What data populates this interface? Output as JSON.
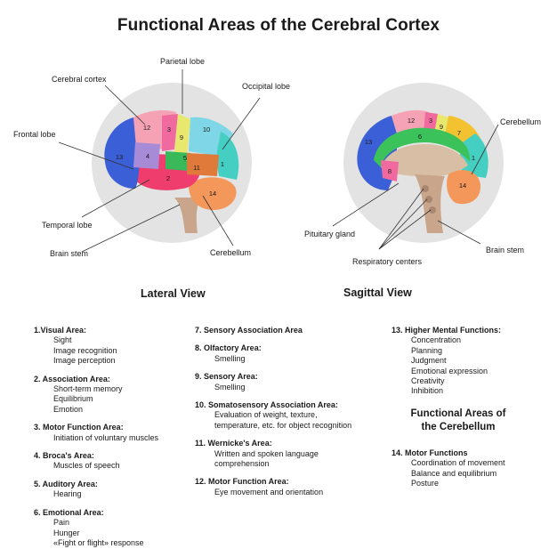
{
  "title": "Functional Areas of the Cerebral Cortex",
  "views": {
    "lateral": "Lateral View",
    "sagittal": "Sagittal View"
  },
  "lateral_labels": {
    "parietal_lobe": "Parietal lobe",
    "cerebral_cortex": "Cerebral cortex",
    "occipital_lobe": "Occipital lobe",
    "frontal_lobe": "Frontal lobe",
    "temporal_lobe": "Temporal lobe",
    "brain_stem": "Brain stem",
    "cerebellum": "Cerebellum"
  },
  "sagittal_labels": {
    "cerebellum": "Cerebellum",
    "pituitary_gland": "Pituitary gland",
    "brain_stem": "Brain stem",
    "respiratory_centers": "Respiratory centers"
  },
  "lateral_numbers": [
    "12",
    "3",
    "9",
    "10",
    "13",
    "4",
    "5",
    "11",
    "1",
    "2",
    "14"
  ],
  "sagittal_numbers": [
    "12",
    "3",
    "9",
    "13",
    "6",
    "7",
    "1",
    "8",
    "14"
  ],
  "legend": {
    "col1": [
      {
        "head": "1.Visual Area:",
        "items": [
          "Sight",
          "Image recognition",
          "Image perception"
        ]
      },
      {
        "head": "2. Association Area:",
        "items": [
          "Short-term memory",
          "Equilibrium",
          "Emotion"
        ]
      },
      {
        "head": "3. Motor Function Area:",
        "items": [
          "Initiation of voluntary muscles"
        ]
      },
      {
        "head": "4. Broca's Area:",
        "items": [
          "Muscles of speech"
        ]
      },
      {
        "head": "5. Auditory Area:",
        "items": [
          "Hearing"
        ]
      },
      {
        "head": "6. Emotional Area:",
        "items": [
          "Pain",
          "Hunger",
          "«Fight or flight» response"
        ]
      }
    ],
    "col2": [
      {
        "head": "7. Sensory Association Area",
        "items": []
      },
      {
        "head": "8. Olfactory Area:",
        "items": [
          "Smelling"
        ]
      },
      {
        "head": "9. Sensory Area:",
        "items": [
          "Smelling"
        ]
      },
      {
        "head": "10. Somatosensory Association Area:",
        "items": [
          "Evaluation of weight, texture,",
          "temperature, etc. for object recognition"
        ]
      },
      {
        "head": "11. Wernicke's Area:",
        "items": [
          "Written and spoken language",
          "comprehension"
        ]
      },
      {
        "head": "12. Motor Function Area:",
        "items": [
          "Eye movement and orientation"
        ]
      }
    ],
    "col3": [
      {
        "head": "13. Higher Mental Functions:",
        "items": [
          "Concentration",
          "Planning",
          "Judgment",
          "Emotional expression",
          "Creativity",
          "Inhibition"
        ]
      }
    ],
    "cerebellum_title_line1": "Functional Areas of",
    "cerebellum_title_line2": "the Cerebellum",
    "col3b": [
      {
        "head": "14. Motor Functions",
        "items": [
          "Coordination of movement",
          "Balance and equilibrium",
          "Posture"
        ]
      }
    ]
  },
  "colors": {
    "circle": "#e3e3e3",
    "frontal": "#3b5fd6",
    "motor": "#f06aa0",
    "sensory": "#e9e86e",
    "parietal": "#7fd6e6",
    "occipital": "#45cfc2",
    "temporal": "#ef3d6d",
    "wernicke": "#3aaa5f",
    "cerebellum": "#f3975a",
    "stem": "#c9a68b",
    "limbic": "#3cc25a"
  }
}
